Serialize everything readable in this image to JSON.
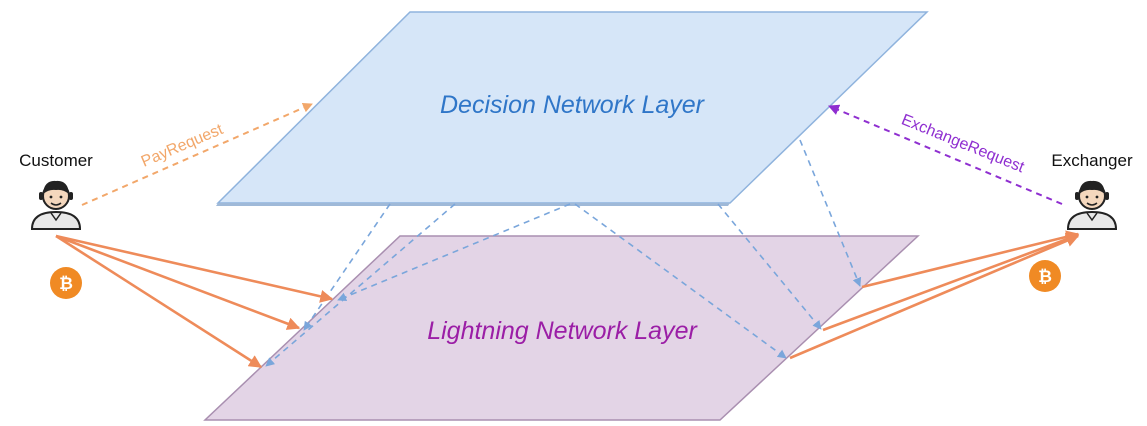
{
  "diagram": {
    "layers": {
      "decision": {
        "label": "Decision Network Layer",
        "fill": "#d6e6f8",
        "stroke": "#8fb3dd",
        "text_color": "#2f76c8"
      },
      "lightning": {
        "label": "Lightning Network Layer",
        "fill": "#e3d4e6",
        "stroke": "#a98fb0",
        "text_color": "#9b1ea6"
      }
    },
    "actors": {
      "customer": {
        "label": "Customer",
        "icon": "user-avatar-icon"
      },
      "exchanger": {
        "label": "Exchanger",
        "icon": "user-avatar-icon"
      }
    },
    "coins": {
      "icon": "bitcoin-icon",
      "color": "#f08a24"
    },
    "messages": {
      "pay_request": {
        "label": "PayRequest",
        "color": "#f2a76a"
      },
      "exchange_request": {
        "label": "ExchangeRequest",
        "color": "#8f2fd0"
      }
    },
    "link_colors": {
      "payment_channel": "#ee8b5a",
      "decision_dispatch": "#7aa6db"
    }
  }
}
